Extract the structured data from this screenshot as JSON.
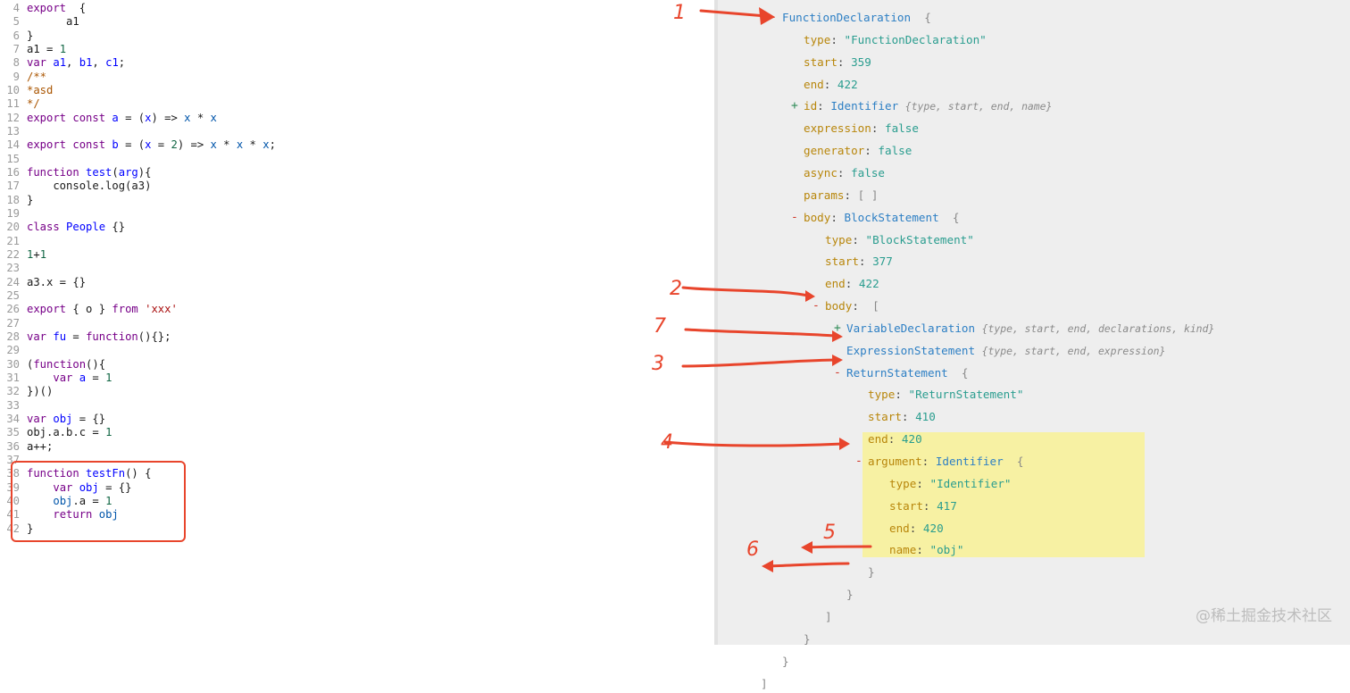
{
  "code_lines": [
    {
      "n": "4",
      "segs": [
        [
          "kw",
          "export"
        ],
        [
          "",
          "  {"
        ]
      ]
    },
    {
      "n": "5",
      "segs": [
        [
          "",
          "      a1"
        ]
      ]
    },
    {
      "n": "6",
      "segs": [
        [
          "",
          "}"
        ]
      ]
    },
    {
      "n": "7",
      "segs": [
        [
          "",
          "a1 = "
        ],
        [
          "num",
          "1"
        ]
      ]
    },
    {
      "n": "8",
      "segs": [
        [
          "kw",
          "var"
        ],
        [
          "",
          " "
        ],
        [
          "def",
          "a1"
        ],
        [
          "",
          ", "
        ],
        [
          "def",
          "b1"
        ],
        [
          "",
          ", "
        ],
        [
          "def",
          "c1"
        ],
        [
          "",
          ";"
        ]
      ]
    },
    {
      "n": "9",
      "segs": [
        [
          "cmt",
          "/**"
        ]
      ]
    },
    {
      "n": "10",
      "segs": [
        [
          "cmt",
          "*asd"
        ]
      ]
    },
    {
      "n": "11",
      "segs": [
        [
          "cmt",
          "*/"
        ]
      ]
    },
    {
      "n": "12",
      "segs": [
        [
          "kw",
          "export const"
        ],
        [
          "",
          " "
        ],
        [
          "def",
          "a"
        ],
        [
          "",
          " = ("
        ],
        [
          "def",
          "x"
        ],
        [
          "",
          ") => "
        ],
        [
          "var2",
          "x"
        ],
        [
          "",
          " * "
        ],
        [
          "var2",
          "x"
        ]
      ]
    },
    {
      "n": "13",
      "segs": [
        [
          "",
          ""
        ]
      ]
    },
    {
      "n": "14",
      "segs": [
        [
          "kw",
          "export const"
        ],
        [
          "",
          " "
        ],
        [
          "def",
          "b"
        ],
        [
          "",
          " = ("
        ],
        [
          "def",
          "x"
        ],
        [
          "",
          " = "
        ],
        [
          "num",
          "2"
        ],
        [
          "",
          ") => "
        ],
        [
          "var2",
          "x"
        ],
        [
          "",
          " * "
        ],
        [
          "var2",
          "x"
        ],
        [
          "",
          " * "
        ],
        [
          "var2",
          "x"
        ],
        [
          "",
          ";"
        ]
      ]
    },
    {
      "n": "15",
      "segs": [
        [
          "",
          ""
        ]
      ]
    },
    {
      "n": "16",
      "segs": [
        [
          "kw",
          "function"
        ],
        [
          "",
          " "
        ],
        [
          "def",
          "test"
        ],
        [
          "",
          "("
        ],
        [
          "def",
          "arg"
        ],
        [
          "",
          "){"
        ]
      ]
    },
    {
      "n": "17",
      "segs": [
        [
          "",
          "    console.log(a3)"
        ]
      ]
    },
    {
      "n": "18",
      "segs": [
        [
          "",
          "}"
        ]
      ]
    },
    {
      "n": "19",
      "segs": [
        [
          "",
          ""
        ]
      ]
    },
    {
      "n": "20",
      "segs": [
        [
          "kw",
          "class"
        ],
        [
          "",
          " "
        ],
        [
          "def",
          "People"
        ],
        [
          "",
          " {}"
        ]
      ]
    },
    {
      "n": "21",
      "segs": [
        [
          "",
          ""
        ]
      ]
    },
    {
      "n": "22",
      "segs": [
        [
          "num",
          "1"
        ],
        [
          "",
          "+"
        ],
        [
          "num",
          "1"
        ]
      ]
    },
    {
      "n": "23",
      "segs": [
        [
          "",
          ""
        ]
      ]
    },
    {
      "n": "24",
      "segs": [
        [
          "",
          "a3.x = {}"
        ]
      ]
    },
    {
      "n": "25",
      "segs": [
        [
          "",
          ""
        ]
      ]
    },
    {
      "n": "26",
      "segs": [
        [
          "kw",
          "export"
        ],
        [
          "",
          " { o } "
        ],
        [
          "kw",
          "from"
        ],
        [
          "",
          " "
        ],
        [
          "str",
          "'xxx'"
        ]
      ]
    },
    {
      "n": "27",
      "segs": [
        [
          "",
          ""
        ]
      ]
    },
    {
      "n": "28",
      "segs": [
        [
          "kw",
          "var"
        ],
        [
          "",
          " "
        ],
        [
          "def",
          "fu"
        ],
        [
          "",
          " = "
        ],
        [
          "kw",
          "function"
        ],
        [
          "",
          "(){};"
        ]
      ]
    },
    {
      "n": "29",
      "segs": [
        [
          "",
          ""
        ]
      ]
    },
    {
      "n": "30",
      "segs": [
        [
          "",
          "("
        ],
        [
          "kw",
          "function"
        ],
        [
          "",
          "(){"
        ]
      ]
    },
    {
      "n": "31",
      "segs": [
        [
          "",
          "    "
        ],
        [
          "kw",
          "var"
        ],
        [
          "",
          " "
        ],
        [
          "def",
          "a"
        ],
        [
          "",
          " = "
        ],
        [
          "num",
          "1"
        ]
      ]
    },
    {
      "n": "32",
      "segs": [
        [
          "",
          "})()"
        ]
      ]
    },
    {
      "n": "33",
      "segs": [
        [
          "",
          ""
        ]
      ]
    },
    {
      "n": "34",
      "segs": [
        [
          "kw",
          "var"
        ],
        [
          "",
          " "
        ],
        [
          "def",
          "obj"
        ],
        [
          "",
          " = {}"
        ]
      ]
    },
    {
      "n": "35",
      "segs": [
        [
          "",
          "obj.a.b.c = "
        ],
        [
          "num",
          "1"
        ]
      ]
    },
    {
      "n": "36",
      "segs": [
        [
          "",
          "a++;"
        ]
      ]
    },
    {
      "n": "37",
      "segs": [
        [
          "",
          ""
        ]
      ]
    },
    {
      "n": "38",
      "segs": [
        [
          "kw",
          "function"
        ],
        [
          "",
          " "
        ],
        [
          "def",
          "testFn"
        ],
        [
          "",
          "() {"
        ]
      ]
    },
    {
      "n": "39",
      "segs": [
        [
          "",
          "    "
        ],
        [
          "kw",
          "var"
        ],
        [
          "",
          " "
        ],
        [
          "def",
          "obj"
        ],
        [
          "",
          " = {}"
        ]
      ]
    },
    {
      "n": "40",
      "segs": [
        [
          "",
          "    "
        ],
        [
          "var2",
          "obj"
        ],
        [
          "",
          ".a = "
        ],
        [
          "num",
          "1"
        ]
      ]
    },
    {
      "n": "41",
      "segs": [
        [
          "",
          "    "
        ],
        [
          "kw",
          "return"
        ],
        [
          "",
          " "
        ],
        [
          "var2",
          "obj"
        ]
      ]
    },
    {
      "n": "42",
      "segs": [
        [
          "",
          "}"
        ]
      ]
    }
  ],
  "ast_lines": [
    {
      "indent": 0,
      "toggle": "-",
      "segs": [
        [
          "node",
          "FunctionDeclaration"
        ],
        [
          "br",
          "  {"
        ]
      ]
    },
    {
      "indent": 1,
      "segs": [
        [
          "key",
          "type"
        ],
        [
          "",
          ": "
        ],
        [
          "sval",
          "\"FunctionDeclaration\""
        ]
      ]
    },
    {
      "indent": 1,
      "segs": [
        [
          "key",
          "start"
        ],
        [
          "",
          ": "
        ],
        [
          "nval",
          "359"
        ]
      ]
    },
    {
      "indent": 1,
      "segs": [
        [
          "key",
          "end"
        ],
        [
          "",
          ": "
        ],
        [
          "nval",
          "422"
        ]
      ]
    },
    {
      "indent": 1,
      "toggle": "+",
      "segs": [
        [
          "key",
          "id"
        ],
        [
          "",
          ": "
        ],
        [
          "node",
          "Identifier"
        ],
        [
          "",
          " "
        ],
        [
          "summary",
          "{type, start, end, name}"
        ]
      ]
    },
    {
      "indent": 1,
      "segs": [
        [
          "key",
          "expression"
        ],
        [
          "",
          ": "
        ],
        [
          "bval",
          "false"
        ]
      ]
    },
    {
      "indent": 1,
      "segs": [
        [
          "key",
          "generator"
        ],
        [
          "",
          ": "
        ],
        [
          "bval",
          "false"
        ]
      ]
    },
    {
      "indent": 1,
      "segs": [
        [
          "key",
          "async"
        ],
        [
          "",
          ": "
        ],
        [
          "bval",
          "false"
        ]
      ]
    },
    {
      "indent": 1,
      "segs": [
        [
          "key",
          "params"
        ],
        [
          "",
          ": "
        ],
        [
          "br",
          "[ ]"
        ]
      ]
    },
    {
      "indent": 1,
      "toggle": "-",
      "segs": [
        [
          "key",
          "body"
        ],
        [
          "",
          ": "
        ],
        [
          "node",
          "BlockStatement"
        ],
        [
          "br",
          "  {"
        ]
      ]
    },
    {
      "indent": 2,
      "segs": [
        [
          "key",
          "type"
        ],
        [
          "",
          ": "
        ],
        [
          "sval",
          "\"BlockStatement\""
        ]
      ]
    },
    {
      "indent": 2,
      "segs": [
        [
          "key",
          "start"
        ],
        [
          "",
          ": "
        ],
        [
          "nval",
          "377"
        ]
      ]
    },
    {
      "indent": 2,
      "segs": [
        [
          "key",
          "end"
        ],
        [
          "",
          ": "
        ],
        [
          "nval",
          "422"
        ]
      ]
    },
    {
      "indent": 2,
      "toggle": "-",
      "segs": [
        [
          "key",
          "body"
        ],
        [
          "",
          ":  "
        ],
        [
          "br",
          "["
        ]
      ]
    },
    {
      "indent": 3,
      "toggle": "+",
      "segs": [
        [
          "node",
          "VariableDeclaration"
        ],
        [
          "",
          " "
        ],
        [
          "summary",
          "{type, start, end, declarations, kind}"
        ]
      ]
    },
    {
      "indent": 3,
      "segs": [
        [
          "node",
          "ExpressionStatement"
        ],
        [
          "",
          " "
        ],
        [
          "summary",
          "{type, start, end, expression}"
        ]
      ]
    },
    {
      "indent": 3,
      "toggle": "-",
      "segs": [
        [
          "node",
          "ReturnStatement"
        ],
        [
          "br",
          "  {"
        ]
      ]
    },
    {
      "indent": 4,
      "segs": [
        [
          "key",
          "type"
        ],
        [
          "",
          ": "
        ],
        [
          "sval",
          "\"ReturnStatement\""
        ]
      ]
    },
    {
      "indent": 4,
      "segs": [
        [
          "key",
          "start"
        ],
        [
          "",
          ": "
        ],
        [
          "nval",
          "410"
        ]
      ]
    },
    {
      "indent": 4,
      "segs": [
        [
          "key",
          "end"
        ],
        [
          "",
          ": "
        ],
        [
          "nval",
          "420"
        ]
      ]
    },
    {
      "indent": 4,
      "toggle": "-",
      "segs": [
        [
          "key",
          "argument"
        ],
        [
          "",
          ": "
        ],
        [
          "node",
          "Identifier"
        ],
        [
          "br",
          "  {"
        ]
      ]
    },
    {
      "indent": 5,
      "segs": [
        [
          "key",
          "type"
        ],
        [
          "",
          ": "
        ],
        [
          "sval",
          "\"Identifier\""
        ]
      ]
    },
    {
      "indent": 5,
      "segs": [
        [
          "key",
          "start"
        ],
        [
          "",
          ": "
        ],
        [
          "nval",
          "417"
        ]
      ]
    },
    {
      "indent": 5,
      "segs": [
        [
          "key",
          "end"
        ],
        [
          "",
          ": "
        ],
        [
          "nval",
          "420"
        ]
      ]
    },
    {
      "indent": 5,
      "segs": [
        [
          "key",
          "name"
        ],
        [
          "",
          ": "
        ],
        [
          "sval",
          "\"obj\""
        ]
      ]
    },
    {
      "indent": 4,
      "segs": [
        [
          "br",
          "}"
        ]
      ]
    },
    {
      "indent": 3,
      "segs": [
        [
          "br",
          "}"
        ]
      ]
    },
    {
      "indent": 2,
      "segs": [
        [
          "br",
          "]"
        ]
      ]
    },
    {
      "indent": 1,
      "segs": [
        [
          "br",
          "}"
        ]
      ]
    },
    {
      "indent": 0,
      "segs": [
        [
          "br",
          "}"
        ]
      ]
    },
    {
      "indent": -1,
      "segs": [
        [
          "br",
          "]"
        ]
      ]
    }
  ],
  "annotations": {
    "labels": [
      "1",
      "2",
      "7",
      "3",
      "4",
      "5",
      "6"
    ],
    "arrow_color": "#e8452c"
  },
  "watermark": "@稀土掘金技术社区",
  "colors": {
    "ast_background": "#eeeeee",
    "node_blue": "#2d7fc4",
    "key_gold": "#b8860b",
    "value_teal": "#2a9d8f",
    "highlight_yellow": "#f7f1a3",
    "box_red": "#e8452c"
  }
}
